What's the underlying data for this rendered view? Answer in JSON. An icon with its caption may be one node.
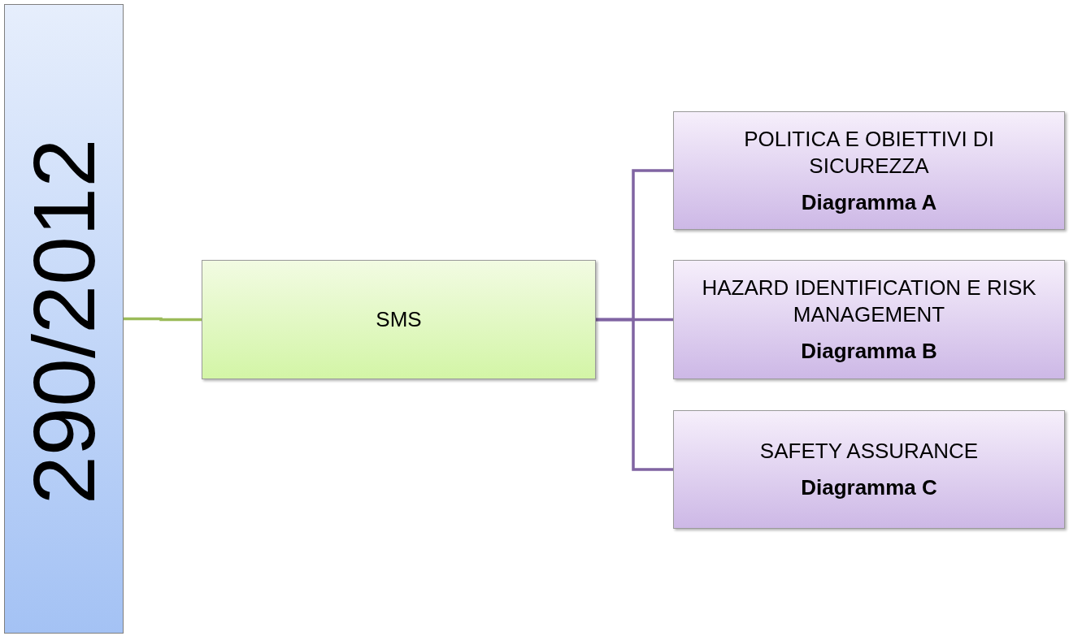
{
  "diagram": {
    "nodes": [
      {
        "text": [
          "290/2012"
        ]
      },
      {
        "text": [
          "SMS"
        ]
      },
      {
        "text": [
          "POLITICA E OBIETTIVI DI SICUREZZA",
          "Diagramma A"
        ]
      },
      {
        "text": [
          "HAZARD IDENTIFICATION E RISK MANAGEMENT",
          "Diagramma B"
        ]
      },
      {
        "text": [
          "SAFETY ASSURANCE",
          "Diagramma C"
        ]
      }
    ],
    "edges": [
      {
        "from": 0,
        "to": 1,
        "arrow": "none",
        "color": "#9bbb59"
      },
      {
        "from": 1,
        "to": 2,
        "arrow": "none"
      },
      {
        "from": 1,
        "to": 3,
        "arrow": "none"
      },
      {
        "from": 1,
        "to": 4,
        "arrow": "none"
      }
    ]
  }
}
